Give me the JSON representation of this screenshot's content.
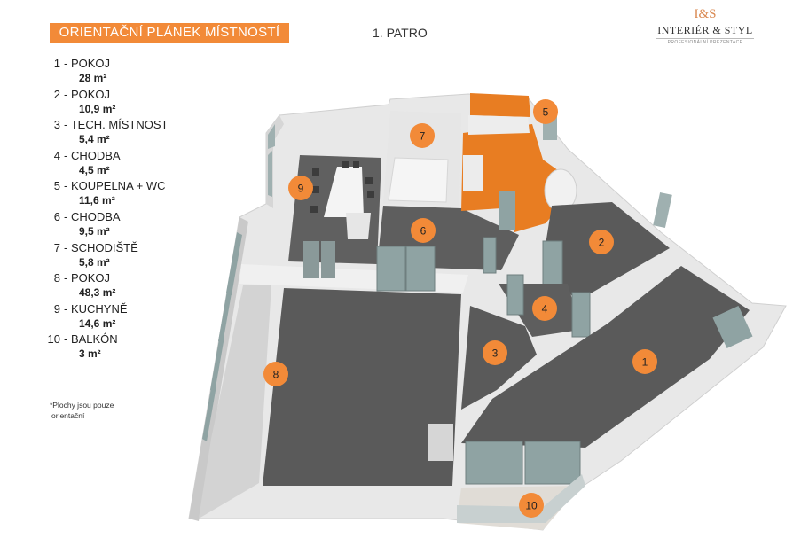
{
  "header": {
    "title": "ORIENTAČNÍ PLÁNEK MÍSTNOSTÍ",
    "floor": "1. PATRO"
  },
  "logo": {
    "monogram": "I&S",
    "name": "INTERIÉR & STYL",
    "tagline": "PROFESIONÁLNÍ PREZENTACE"
  },
  "legend": [
    {
      "num": "1",
      "name": "- POKOJ",
      "area": "28 m²"
    },
    {
      "num": "2",
      "name": "- POKOJ",
      "area": "10,9 m²"
    },
    {
      "num": "3",
      "name": "- TECH. MÍSTNOST",
      "area": "5,4 m²"
    },
    {
      "num": "4",
      "name": "- CHODBA",
      "area": "4,5 m²"
    },
    {
      "num": "5",
      "name": "- KOUPELNA + WC",
      "area": "11,6 m²"
    },
    {
      "num": "6",
      "name": "- CHODBA",
      "area": "9,5 m²"
    },
    {
      "num": "7",
      "name": "- SCHODIŠTĚ",
      "area": "5,8 m²"
    },
    {
      "num": "8",
      "name": "- POKOJ",
      "area": "48,3 m²"
    },
    {
      "num": "9",
      "name": "- KUCHYNĚ",
      "area": "14,6 m²"
    },
    {
      "num": "10",
      "name": "- BALKÓN",
      "area": "3 m²"
    }
  ],
  "note": {
    "line1": "*Plochy jsou pouze",
    "line2": "orientační"
  },
  "badges": [
    {
      "num": "1"
    },
    {
      "num": "2"
    },
    {
      "num": "3"
    },
    {
      "num": "4"
    },
    {
      "num": "5"
    },
    {
      "num": "6"
    },
    {
      "num": "7"
    },
    {
      "num": "8"
    },
    {
      "num": "9"
    },
    {
      "num": "10"
    }
  ],
  "colors": {
    "accent": "#f28a38",
    "floor": "#5a5a5a",
    "wall": "#e8e8e8",
    "wall_shade": "#c9c9c9",
    "bathroom": "#e87d22",
    "glass": "#8fa3a3"
  }
}
